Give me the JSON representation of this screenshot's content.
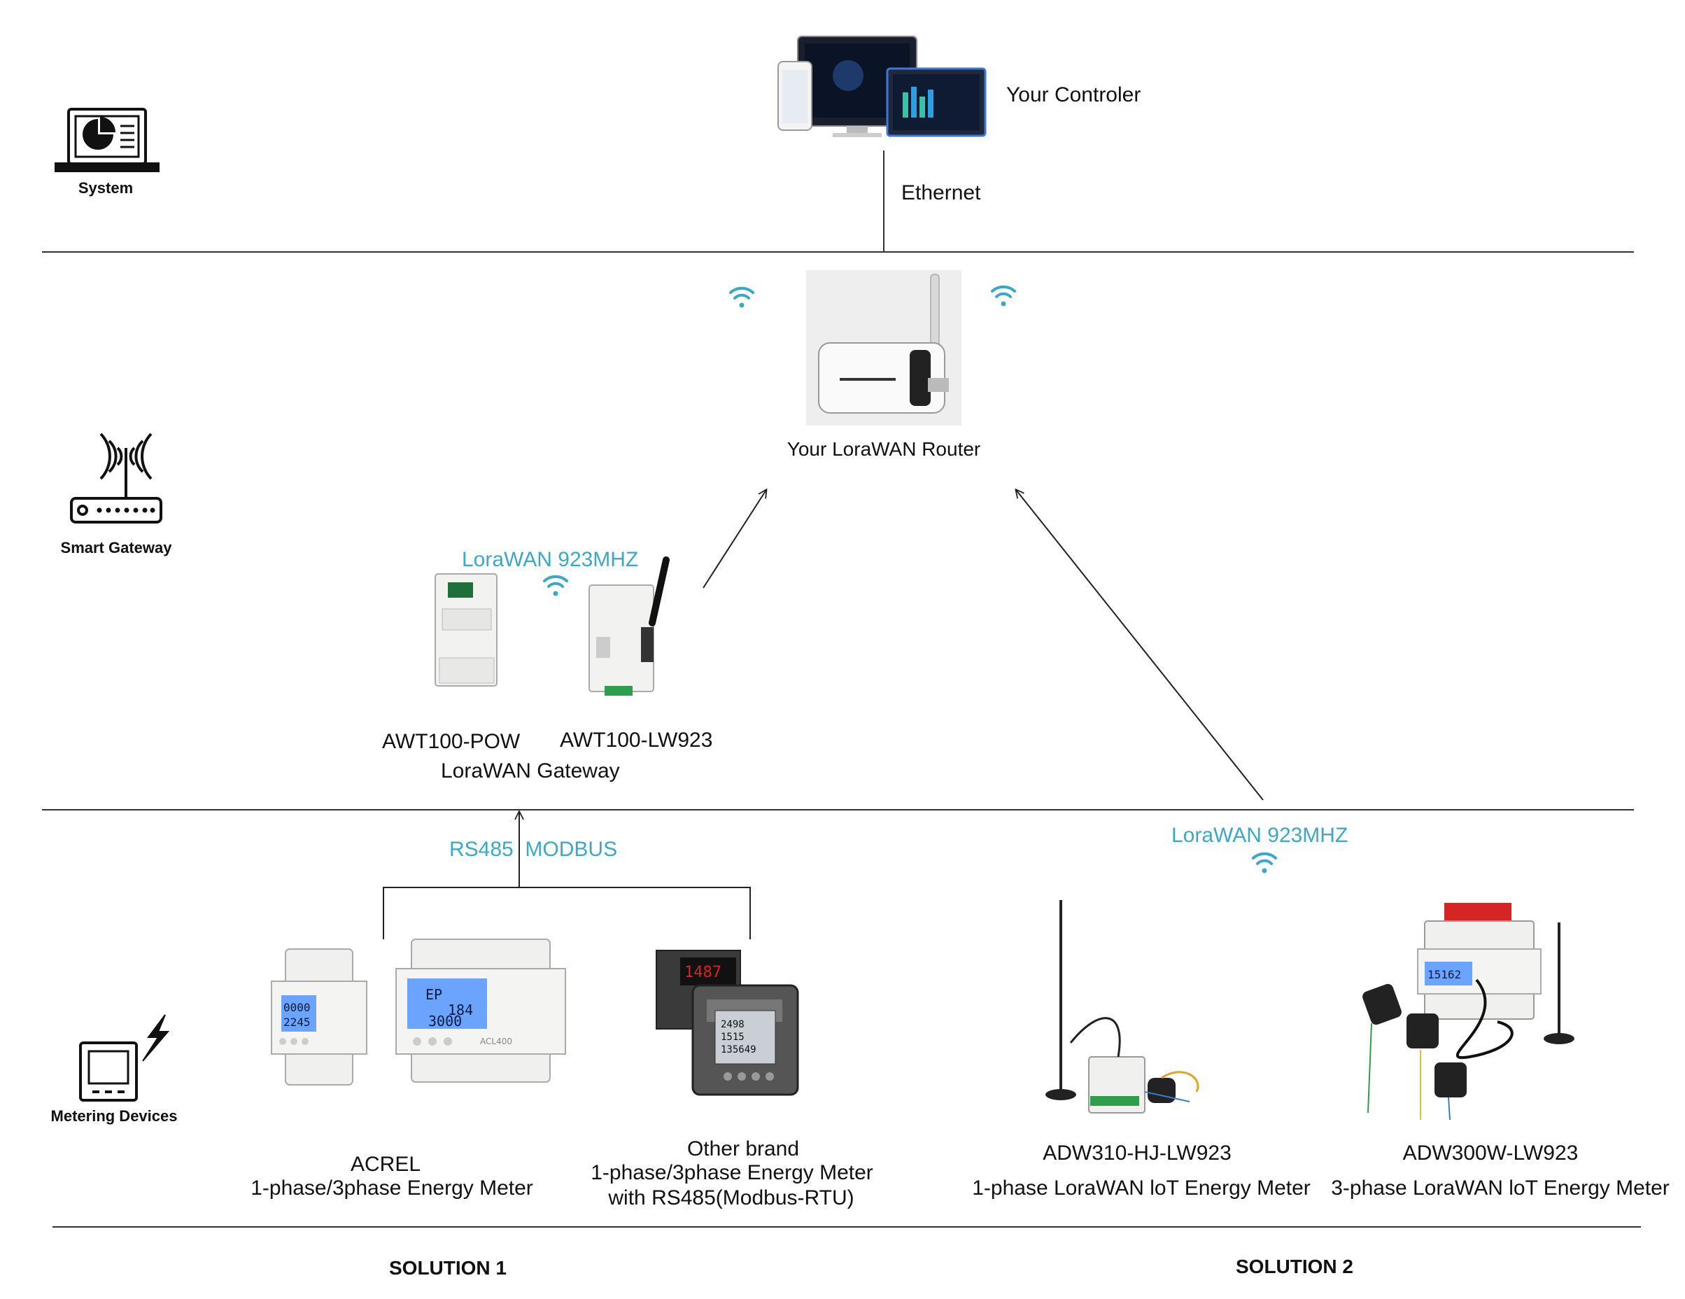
{
  "tiers": {
    "system": "System",
    "gateway": "Smart Gateway",
    "metering": "Metering Devices"
  },
  "top": {
    "controller": "Your Controler",
    "ethernet": "Ethernet"
  },
  "router": {
    "label": "Your LoraWAN Router"
  },
  "gateway": {
    "freq": "LoraWAN 923MHZ",
    "pow": "AWT100-POW",
    "lw": "AWT100-LW923",
    "caption": "LoraWAN Gateway"
  },
  "bus": {
    "label": "RS485  MODBUS"
  },
  "solution2": {
    "freq": "LoraWAN 923MHZ"
  },
  "devices": {
    "acrel_line1": "ACREL",
    "acrel_line2": "1-phase/3phase Energy Meter",
    "other_line1": "Other brand",
    "other_line2": "1-phase/3phase Energy Meter",
    "other_line3": "with RS485(Modbus-RTU)",
    "adw310_name": "ADW310-HJ-LW923",
    "adw310_desc": "1-phase LoraWAN loT Energy Meter",
    "adw300_name": "ADW300W-LW923",
    "adw300_desc": "3-phase LoraWAN loT Energy Meter"
  },
  "solutions": {
    "s1": "SOLUTION 1",
    "s2": "SOLUTION 2"
  },
  "colors": {
    "accent": "#3aa9c8",
    "text": "#111111",
    "line": "#333333"
  },
  "icons": [
    "laptop-chart-icon",
    "router-icon",
    "meter-bolt-icon",
    "wifi-icon",
    "arrow-icon"
  ]
}
